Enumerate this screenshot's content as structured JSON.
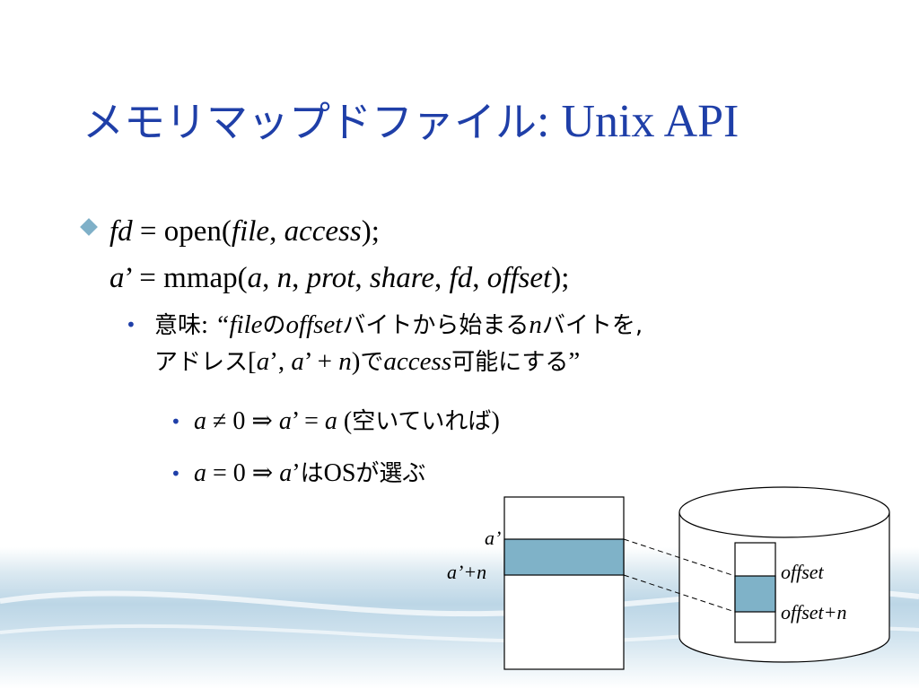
{
  "title": {
    "jp": "メモリマップドファイル",
    "en": ": Unix API"
  },
  "bullet": {
    "line1": {
      "fd": "fd",
      "eq": " = open(",
      "file": "file",
      "comma1": ", ",
      "access": "access",
      "end": ");"
    },
    "line2": {
      "a": "a",
      "prime": "’ = mmap(",
      "a2": "a",
      "c1": ", ",
      "n": "n",
      "c2": ", ",
      "prot": "prot",
      "c3": ", ",
      "share": "share",
      "c4": ", ",
      "fd": "fd",
      "c5": ", ",
      "offset": "offset",
      "end": ");"
    }
  },
  "meaning": {
    "label": "意味",
    "colon": ": ",
    "q_open": "“",
    "file": "file",
    "no": "の",
    "offset": "offset",
    "bytes_from": "バイトから始まる",
    "n": "n",
    "bytes_obj": "バイトを,",
    "address": "アドレス",
    "range_open": "[",
    "a1": "a",
    "range_mid": "’, ",
    "a2": "a",
    "range_plus": "’ + ",
    "n2": "n",
    "range_close": ")",
    "de": "で",
    "access": "access",
    "possible": "可能にする",
    "q_close": "”"
  },
  "case1": {
    "a": "a",
    "neq": " ≠ 0 ⇒ ",
    "a2": "a",
    "eq": "’ = ",
    "a3": "a",
    "paren_open": " (",
    "jp": "空いていれば",
    "paren_close": ")"
  },
  "case2": {
    "a": "a",
    "eq": " = 0 ⇒ ",
    "a2": "a",
    "prime": "’",
    "wa": "は",
    "os": "OS",
    "jp": "が選ぶ"
  },
  "diagram": {
    "label_a": "a’",
    "label_an": "a’+n",
    "label_offset": "offset",
    "label_offset_n": "offset+n",
    "colors": {
      "mapped_fill": "#7fb2c8",
      "stroke": "#000000"
    }
  }
}
